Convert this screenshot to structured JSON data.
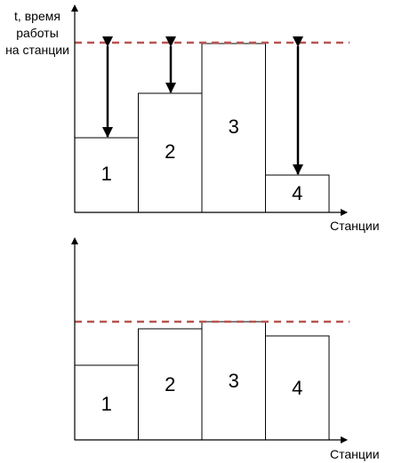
{
  "top_chart": {
    "y_axis_label": [
      "t, время",
      "работы",
      "на станции"
    ],
    "x_axis_label": "Станции",
    "bars": [
      {
        "label": "1",
        "value": 84
      },
      {
        "label": "2",
        "value": 134
      },
      {
        "label": "3",
        "value": 190
      },
      {
        "label": "4",
        "value": 42
      }
    ],
    "limit_value": 190
  },
  "bottom_chart": {
    "x_axis_label": "Станции",
    "bars": [
      {
        "label": "1",
        "value": 84
      },
      {
        "label": "2",
        "value": 125
      },
      {
        "label": "3",
        "value": 133
      },
      {
        "label": "4",
        "value": 117
      }
    ],
    "limit_value": 133
  },
  "colors": {
    "limit_line": "#b85450",
    "bar_stroke": "#000000",
    "bar_fill": "#ffffff"
  }
}
